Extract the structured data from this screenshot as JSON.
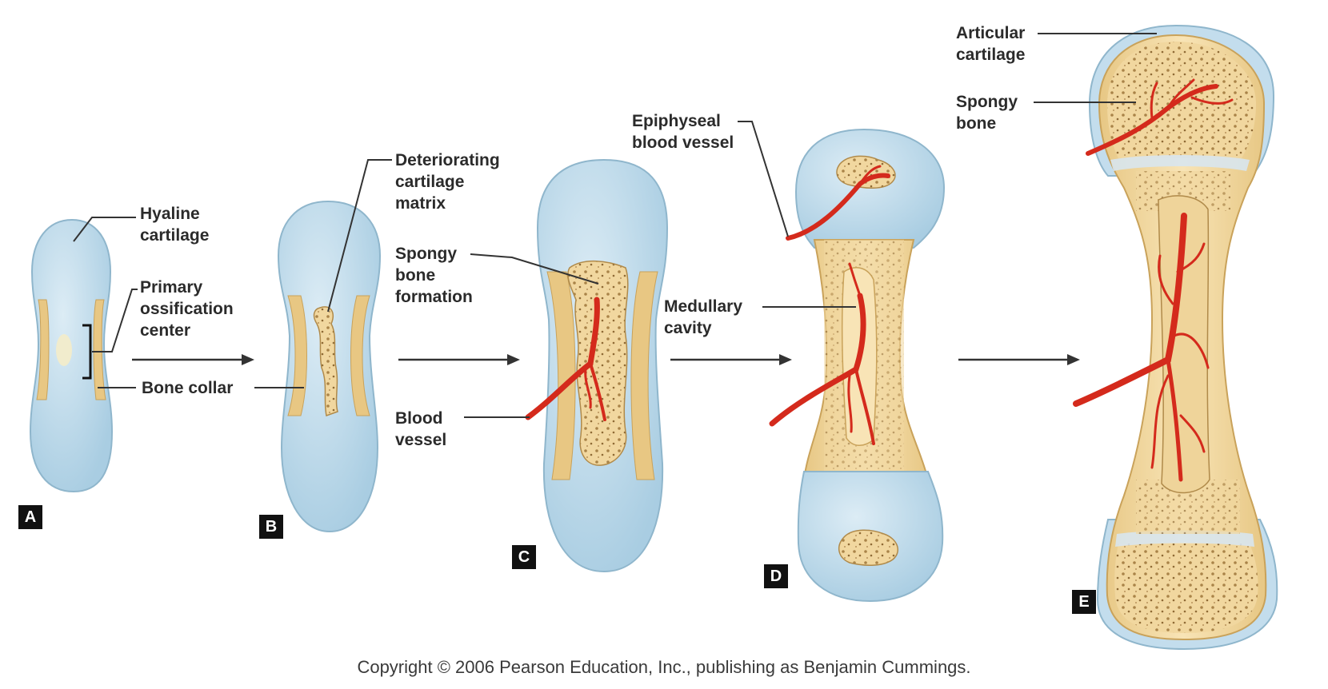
{
  "colors": {
    "cartilage": "#bcd9ea",
    "cartilage_edge": "#8fb6cc",
    "bone": "#f3d9a0",
    "bone_edge": "#c9a25a",
    "spongy": "#e8c27e",
    "vessel": "#d42a1c",
    "leader": "#333333"
  },
  "stages": [
    {
      "letter": "A",
      "name": "stage-a"
    },
    {
      "letter": "B",
      "name": "stage-b"
    },
    {
      "letter": "C",
      "name": "stage-c"
    },
    {
      "letter": "D",
      "name": "stage-d"
    },
    {
      "letter": "E",
      "name": "stage-e"
    }
  ],
  "labels": {
    "hyaline_cartilage": [
      "Hyaline",
      "cartilage"
    ],
    "primary_ossification_center": [
      "Primary",
      "ossification",
      "center"
    ],
    "bone_collar": "Bone collar",
    "deteriorating_cartilage_matrix": [
      "Deteriorating",
      "cartilage",
      "matrix"
    ],
    "spongy_bone_formation": [
      "Spongy",
      "bone",
      "formation"
    ],
    "blood_vessel": [
      "Blood",
      "vessel"
    ],
    "epiphyseal_blood_vessel": [
      "Epiphyseal",
      "blood vessel"
    ],
    "medullary_cavity": [
      "Medullary",
      "cavity"
    ],
    "articular_cartilage": [
      "Articular",
      "cartilage"
    ],
    "spongy_bone": [
      "Spongy",
      "bone"
    ]
  },
  "copyright": "Copyright © 2006 Pearson Education, Inc., publishing as Benjamin Cummings."
}
